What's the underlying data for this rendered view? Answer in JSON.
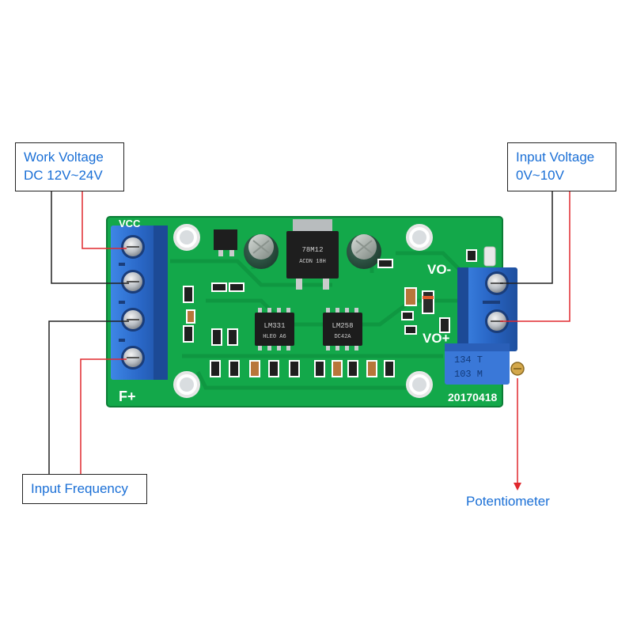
{
  "labels": {
    "work_voltage_line1": "Work Voltage",
    "work_voltage_line2": "DC 12V~24V",
    "input_voltage_line1": "Input Voltage",
    "input_voltage_line2": "0V~10V",
    "input_frequency": "Input Frequency",
    "potentiometer": "Potentiometer"
  },
  "board_markings": {
    "vcc": "VCC",
    "f_plus": "F+",
    "vo_minus": "VO-",
    "vo_plus": "VO+",
    "date_code": "20170418",
    "chip_left_part": "LM331",
    "chip_left_code": "HLE0 A6",
    "chip_right_part": "LM258",
    "chip_right_code": "DC42A",
    "regulator_part": "78M12",
    "regulator_code": "ACDN 18H",
    "pot_code_line1": "134  T",
    "pot_code_line2": "103  M"
  },
  "colors": {
    "label_text": "#1a6fd6",
    "leader_dark": "#222222",
    "leader_red": "#e0282e",
    "pcb_green": "#13a84a",
    "terminal_blue": "#2f6fcf"
  }
}
